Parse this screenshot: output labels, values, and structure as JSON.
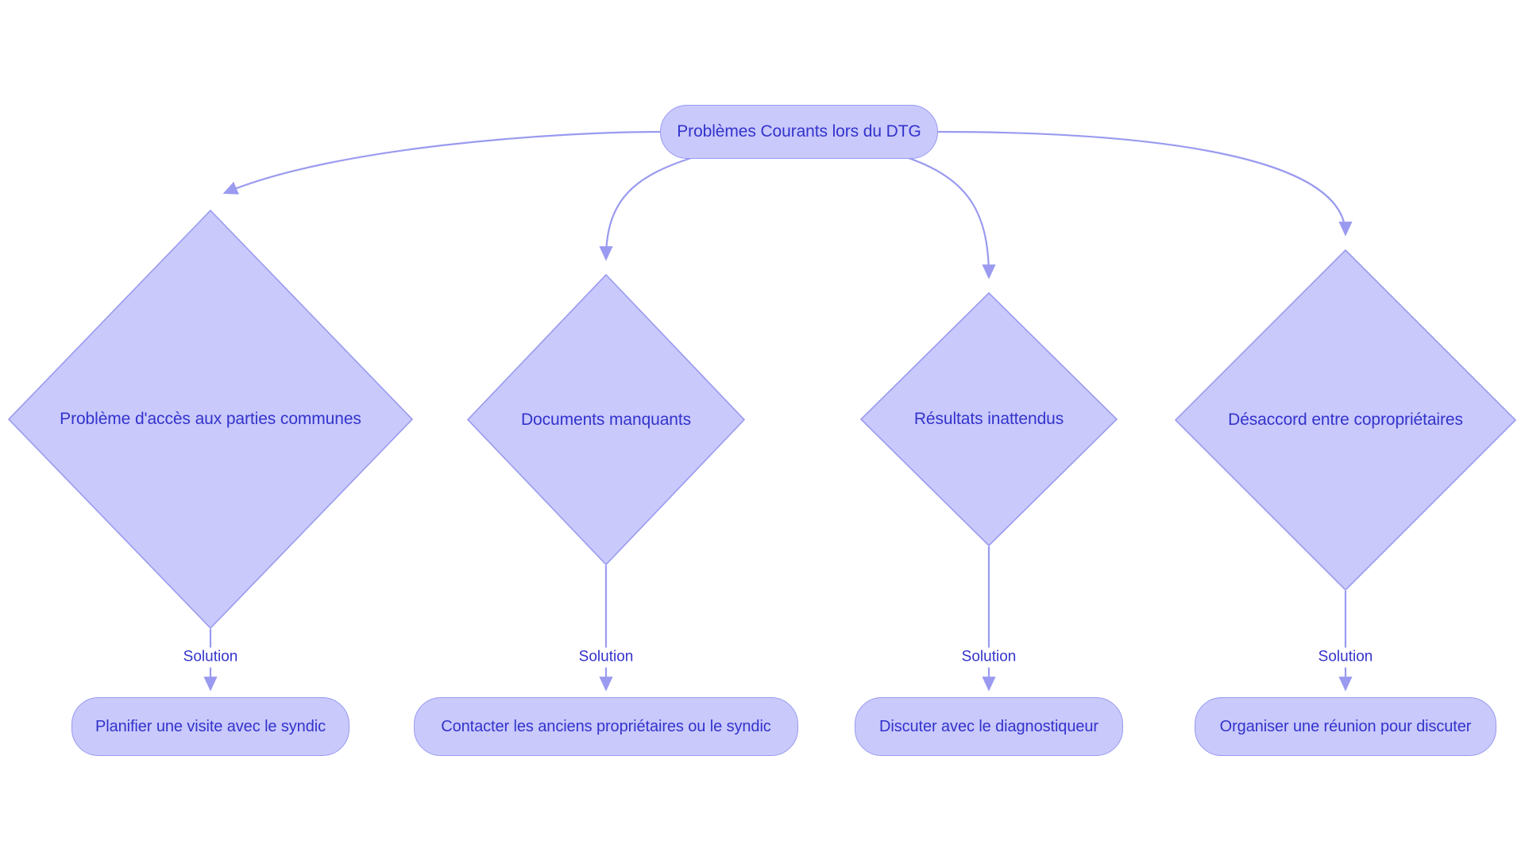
{
  "diagram": {
    "title": "Problèmes Courants lors du DTG",
    "type": "flowchart",
    "colors": {
      "node_fill": "#C9C9FC",
      "node_stroke": "#9A9AF0",
      "text": "#3333CC",
      "edge": "#9A9AF0",
      "background": "#FFFFFF"
    }
  },
  "root": {
    "id": "root",
    "label": "Problèmes Courants lors du DTG",
    "shape": "rounded-rect"
  },
  "problems": [
    {
      "id": "probleme-acces",
      "label": "Problème d'accès aux parties communes",
      "shape": "diamond",
      "edge_label": "Solution",
      "solution": "Planifier une visite avec le syndic"
    },
    {
      "id": "documents-manquants",
      "label": "Documents manquants",
      "shape": "diamond",
      "edge_label": "Solution",
      "solution": "Contacter les anciens propriétaires ou le syndic"
    },
    {
      "id": "resultats-inattendus",
      "label": "Résultats inattendus",
      "shape": "diamond",
      "edge_label": "Solution",
      "solution": "Discuter avec le diagnostiqueur"
    },
    {
      "id": "desaccord-coproprietaires",
      "label": "Désaccord entre copropriétaires",
      "shape": "diamond",
      "edge_label": "Solution",
      "solution": "Organiser une réunion pour discuter"
    }
  ]
}
